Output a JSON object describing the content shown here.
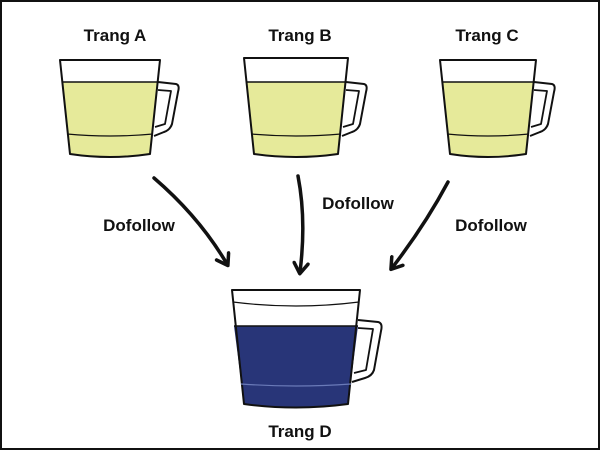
{
  "nodes": [
    {
      "id": "A",
      "label": "Trang A",
      "fill": "#e6ea9a"
    },
    {
      "id": "B",
      "label": "Trang B",
      "fill": "#e6ea9a"
    },
    {
      "id": "C",
      "label": "Trang C",
      "fill": "#e6ea9a"
    },
    {
      "id": "D",
      "label": "Trang D",
      "fill": "#283578"
    }
  ],
  "edges": [
    {
      "from": "A",
      "to": "D",
      "label": "Dofollow"
    },
    {
      "from": "B",
      "to": "D",
      "label": "Dofollow"
    },
    {
      "from": "C",
      "to": "D",
      "label": "Dofollow"
    }
  ],
  "colors": {
    "light_fill": "#e6ea9a",
    "dark_fill": "#283578",
    "stroke": "#111111",
    "background": "#ffffff"
  }
}
